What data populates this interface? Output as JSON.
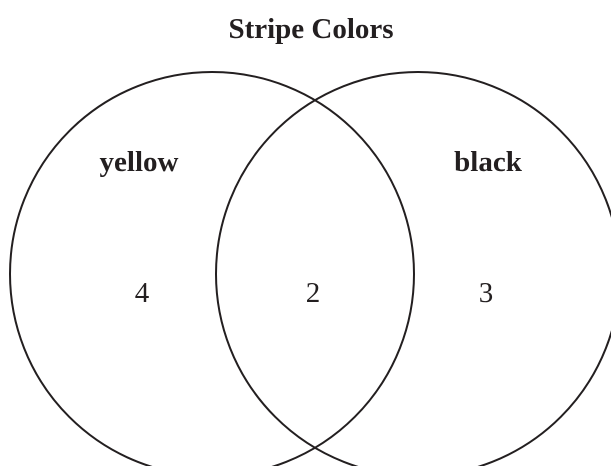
{
  "diagram": {
    "type": "venn",
    "title": "Stripe Colors",
    "sets": [
      {
        "name": "yellow",
        "only_count": "4"
      },
      {
        "name": "black",
        "only_count": "3"
      }
    ],
    "intersection_count": "2",
    "stroke_color": "#231f20"
  }
}
